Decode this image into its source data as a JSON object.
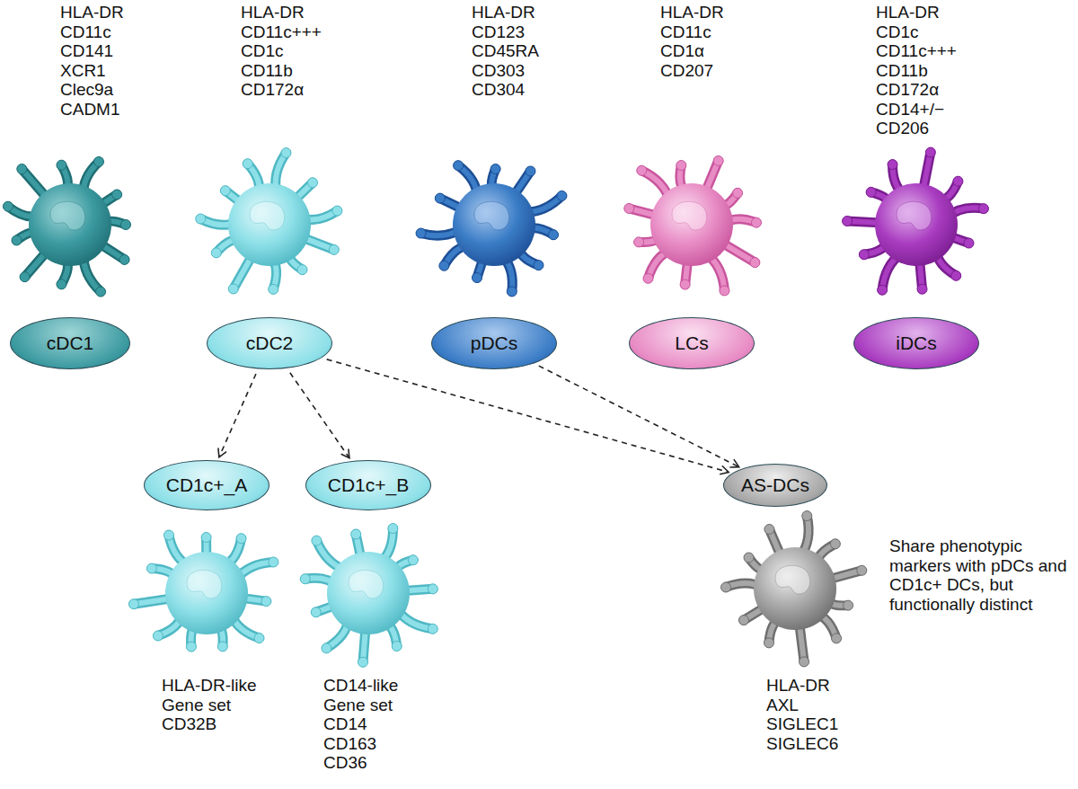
{
  "diagram": {
    "nodes": [
      {
        "text": [
          "cDC1"
        ]
      },
      {
        "text": [
          "cDC2"
        ]
      },
      {
        "text": [
          "pDCs"
        ]
      },
      {
        "text": [
          "LCs"
        ]
      },
      {
        "text": [
          "iDCs"
        ]
      },
      {
        "text": [
          "CD1c+_A"
        ]
      },
      {
        "text": [
          "CD1c+_B"
        ]
      },
      {
        "text": [
          "AS-DCs"
        ]
      }
    ],
    "edges": [
      {
        "from": 1,
        "to": 5,
        "arrow": "to"
      },
      {
        "from": 1,
        "to": 6,
        "arrow": "to"
      },
      {
        "from": 1,
        "to": 7,
        "arrow": "to"
      },
      {
        "from": 2,
        "to": 7,
        "arrow": "to"
      }
    ],
    "labels": [
      "HLA-DR",
      "CD11c",
      "CD141",
      "XCR1",
      "Clec9a",
      "CADM1",
      "HLA-DR",
      "CD11c+++",
      "CD1c",
      "CD11b",
      "CD172α",
      "HLA-DR",
      "CD123",
      "CD45RA",
      "CD303",
      "CD304",
      "HLA-DR",
      "CD11c",
      "CD1α",
      "CD207",
      "HLA-DR",
      "CD1c",
      "CD11c+++",
      "CD11b",
      "CD172α",
      "CD14+/−",
      "CD206",
      "HLA-DR-like",
      "Gene set",
      "CD32B",
      "CD14-like",
      "Gene set",
      "CD14",
      "CD163",
      "CD36",
      "HLA-DR",
      "AXL",
      "SIGLEC1",
      "SIGLEC6",
      "Share phenotypic markers with pDCs and CD1c+ DCs, but functionally distinct"
    ]
  }
}
